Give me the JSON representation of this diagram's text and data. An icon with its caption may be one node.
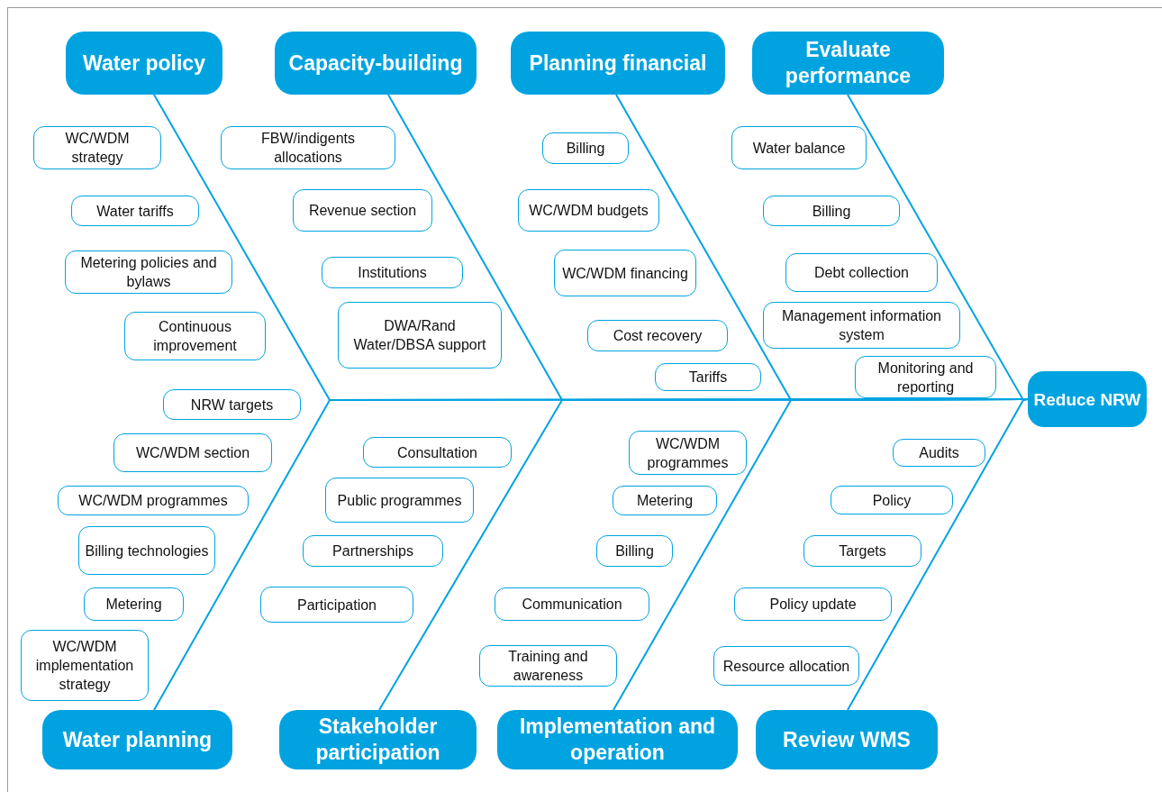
{
  "diagram": {
    "nodes": [
      {
        "text": [
          "Water policy"
        ]
      },
      {
        "text": [
          "WC/WDM strategy"
        ]
      },
      {
        "text": [
          "Water tariffs"
        ]
      },
      {
        "text": [
          "Metering policies and bylaws"
        ]
      },
      {
        "text": [
          "Continuous improvement"
        ]
      },
      {
        "text": [
          "NRW targets"
        ]
      },
      {
        "text": [
          "Capacity-building"
        ]
      },
      {
        "text": [
          "FBW/indigents allocations"
        ]
      },
      {
        "text": [
          "Revenue section"
        ]
      },
      {
        "text": [
          "Institutions"
        ]
      },
      {
        "text": [
          "DWA/Rand Water/DBSA support"
        ]
      },
      {
        "text": [
          "Planning financial"
        ]
      },
      {
        "text": [
          "Billing"
        ]
      },
      {
        "text": [
          "WC/WDM budgets"
        ]
      },
      {
        "text": [
          "WC/WDM financing"
        ]
      },
      {
        "text": [
          "Cost recovery"
        ]
      },
      {
        "text": [
          "Tariffs"
        ]
      },
      {
        "text": [
          "Evaluate performance"
        ]
      },
      {
        "text": [
          "Water balance"
        ]
      },
      {
        "text": [
          "Billing"
        ]
      },
      {
        "text": [
          "Debt collection"
        ]
      },
      {
        "text": [
          "Management information system"
        ]
      },
      {
        "text": [
          "Monitoring and reporting"
        ]
      },
      {
        "text": [
          "Reduce NRW"
        ]
      },
      {
        "text": [
          "WC/WDM section"
        ]
      },
      {
        "text": [
          "WC/WDM programmes"
        ]
      },
      {
        "text": [
          "Billing technologies"
        ]
      },
      {
        "text": [
          "Metering"
        ]
      },
      {
        "text": [
          "WC/WDM implementation strategy"
        ]
      },
      {
        "text": [
          "Water planning"
        ]
      },
      {
        "text": [
          "Consultation"
        ]
      },
      {
        "text": [
          "Public programmes"
        ]
      },
      {
        "text": [
          "Partnerships"
        ]
      },
      {
        "text": [
          "Participation"
        ]
      },
      {
        "text": [
          "Stakeholder participation"
        ]
      },
      {
        "text": [
          "WC/WDM programmes"
        ]
      },
      {
        "text": [
          "Metering"
        ]
      },
      {
        "text": [
          "Billing"
        ]
      },
      {
        "text": [
          "Communication"
        ]
      },
      {
        "text": [
          "Training and awareness"
        ]
      },
      {
        "text": [
          "Implementation and operation"
        ]
      },
      {
        "text": [
          "Audits"
        ]
      },
      {
        "text": [
          "Policy"
        ]
      },
      {
        "text": [
          "Targets"
        ]
      },
      {
        "text": [
          "Policy update"
        ]
      },
      {
        "text": [
          "Resource allocation"
        ]
      },
      {
        "text": [
          "Review WMS"
        ]
      }
    ],
    "edges": [
      {
        "from": 0,
        "to": 23,
        "arrow": "none"
      },
      {
        "from": 6,
        "to": 23,
        "arrow": "none"
      },
      {
        "from": 11,
        "to": 23,
        "arrow": "none"
      },
      {
        "from": 17,
        "to": 23,
        "arrow": "none"
      },
      {
        "from": 29,
        "to": 23,
        "arrow": "none"
      },
      {
        "from": 34,
        "to": 23,
        "arrow": "none"
      },
      {
        "from": 40,
        "to": 23,
        "arrow": "none"
      },
      {
        "from": 46,
        "to": 23,
        "arrow": "none"
      }
    ]
  }
}
